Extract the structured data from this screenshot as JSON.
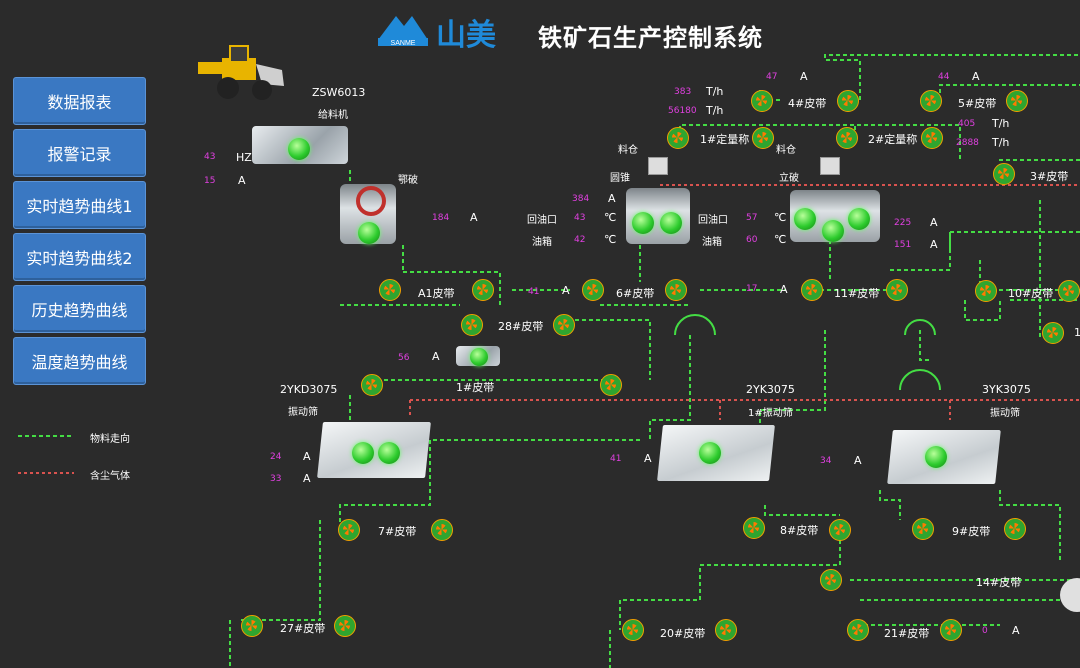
{
  "header": {
    "brand_text": "山美",
    "brand_logo_text": "SANME",
    "title": "铁矿石生产控制系统"
  },
  "nav": [
    {
      "label": "数据报表"
    },
    {
      "label": "报警记录"
    },
    {
      "label": "实时趋势曲线1"
    },
    {
      "label": "实时趋势曲线2"
    },
    {
      "label": "历史趋势曲线"
    },
    {
      "label": "温度趋势曲线"
    }
  ],
  "legend": {
    "material": "物料走向",
    "dust": "含尘气体"
  },
  "feeder": {
    "model": "ZSW6013",
    "name": "给料机",
    "hz_value": "43",
    "hz_unit": "HZ",
    "a_value": "15",
    "a_unit": "A"
  },
  "jaw": {
    "name": "鄂破",
    "a_value": "184",
    "a_unit": "A"
  },
  "cone": {
    "bin": "料仓",
    "name": "圆锥",
    "a_value": "384",
    "a_unit": "A",
    "oil_return": "回油口",
    "oil_return_value": "43",
    "oil_tank": "油箱",
    "oil_tank_value": "42",
    "temp_unit": "℃"
  },
  "vsi": {
    "bin": "料仓",
    "name": "立破",
    "oil_return": "回油口",
    "oil_return_value": "57",
    "oil_tank": "油箱",
    "oil_tank_value": "60",
    "temp_unit": "℃",
    "a1_value": "225",
    "a2_value": "151",
    "a_unit": "A"
  },
  "scale1": {
    "name": "1#定量称",
    "t1_value": "383",
    "t2_value": "56180",
    "unit": "T/h"
  },
  "scale2": {
    "name": "2#定量称",
    "t1_value": "405",
    "t2_value": "2888",
    "unit": "T/h"
  },
  "belts": {
    "b4": {
      "name": "4#皮带",
      "value": "47",
      "unit": "A"
    },
    "b5": {
      "name": "5#皮带",
      "value": "44",
      "unit": "A"
    },
    "b3": {
      "name": "3#皮带"
    },
    "bA1": {
      "name": "A1皮带"
    },
    "b6": {
      "name": "6#皮带",
      "value": "41",
      "unit": "A"
    },
    "b11": {
      "name": "11#皮带",
      "value": "17",
      "unit": "A"
    },
    "b10": {
      "name": "10#皮带"
    },
    "b28": {
      "name": "28#皮带"
    },
    "b1": {
      "name": "1#皮带",
      "value": "56",
      "unit": "A"
    },
    "b7": {
      "name": "7#皮带"
    },
    "b8": {
      "name": "8#皮带"
    },
    "b9": {
      "name": "9#皮带"
    },
    "b14": {
      "name": "14#皮带"
    },
    "b27": {
      "name": "27#皮带"
    },
    "b20": {
      "name": "20#皮带"
    },
    "b21": {
      "name": "21#皮带",
      "value": "0",
      "unit": "A"
    },
    "b_edge": {
      "name": "1"
    }
  },
  "screens": {
    "s2": {
      "model": "2YKD3075",
      "name": "振动筛",
      "a1_value": "24",
      "a2_value": "33",
      "unit": "A"
    },
    "s1": {
      "model": "2YK3075",
      "name": "1#振动筛",
      "a_value": "41",
      "unit": "A"
    },
    "s3": {
      "model": "3YK3075",
      "name": "振动筛",
      "a_value": "34",
      "unit": "A"
    }
  },
  "colors": {
    "background": "#2b2b2b",
    "nav_button": "#3a78c2",
    "material_line": "#44dd44",
    "dust_line": "#d9534f",
    "value_text": "#e040e0"
  }
}
